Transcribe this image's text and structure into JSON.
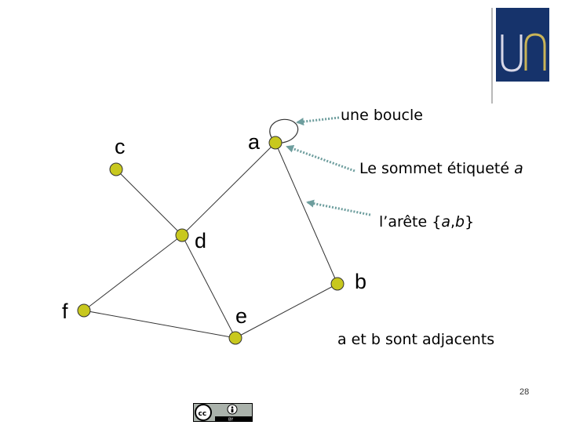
{
  "logo": {
    "text": "Un",
    "background": "#16336b",
    "accent": "#c9b458"
  },
  "graph": {
    "node_color": "#c8c81e",
    "edge_color": "#333333",
    "arrow_color": "#6e9e9e",
    "vertices": [
      {
        "id": "a",
        "label": "a"
      },
      {
        "id": "b",
        "label": "b"
      },
      {
        "id": "c",
        "label": "c"
      },
      {
        "id": "d",
        "label": "d"
      },
      {
        "id": "e",
        "label": "e"
      },
      {
        "id": "f",
        "label": "f"
      }
    ],
    "edges": [
      [
        "a",
        "a"
      ],
      [
        "a",
        "d"
      ],
      [
        "a",
        "b"
      ],
      [
        "c",
        "d"
      ],
      [
        "d",
        "f"
      ],
      [
        "d",
        "e"
      ],
      [
        "f",
        "e"
      ],
      [
        "e",
        "b"
      ]
    ]
  },
  "annotations": {
    "loop": "une boucle",
    "vertex_prefix": "Le sommet étiqueté ",
    "vertex_var": "a",
    "edge_prefix": "l’arête {",
    "edge_a": "a",
    "edge_sep": ",",
    "edge_b": "b",
    "edge_suffix": "}",
    "adjacent": "a et b sont adjacents"
  },
  "footer": {
    "page_number": "28",
    "license": "CC BY"
  }
}
